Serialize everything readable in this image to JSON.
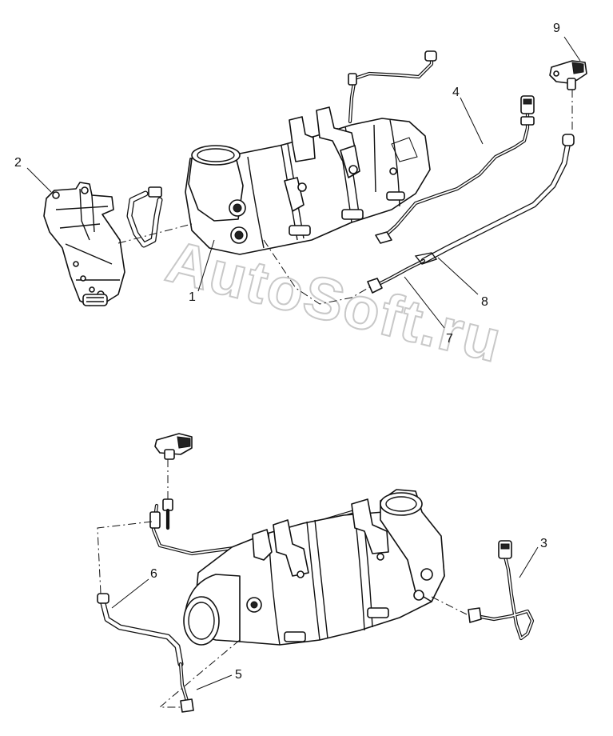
{
  "watermark": "AutoSoft.ru",
  "callouts": [
    {
      "id": "1",
      "label": "1"
    },
    {
      "id": "2",
      "label": "2"
    },
    {
      "id": "3",
      "label": "3"
    },
    {
      "id": "4",
      "label": "4"
    },
    {
      "id": "5",
      "label": "5"
    },
    {
      "id": "6",
      "label": "6"
    },
    {
      "id": "7",
      "label": "7"
    },
    {
      "id": "8",
      "label": "8"
    },
    {
      "id": "9",
      "label": "9"
    }
  ]
}
